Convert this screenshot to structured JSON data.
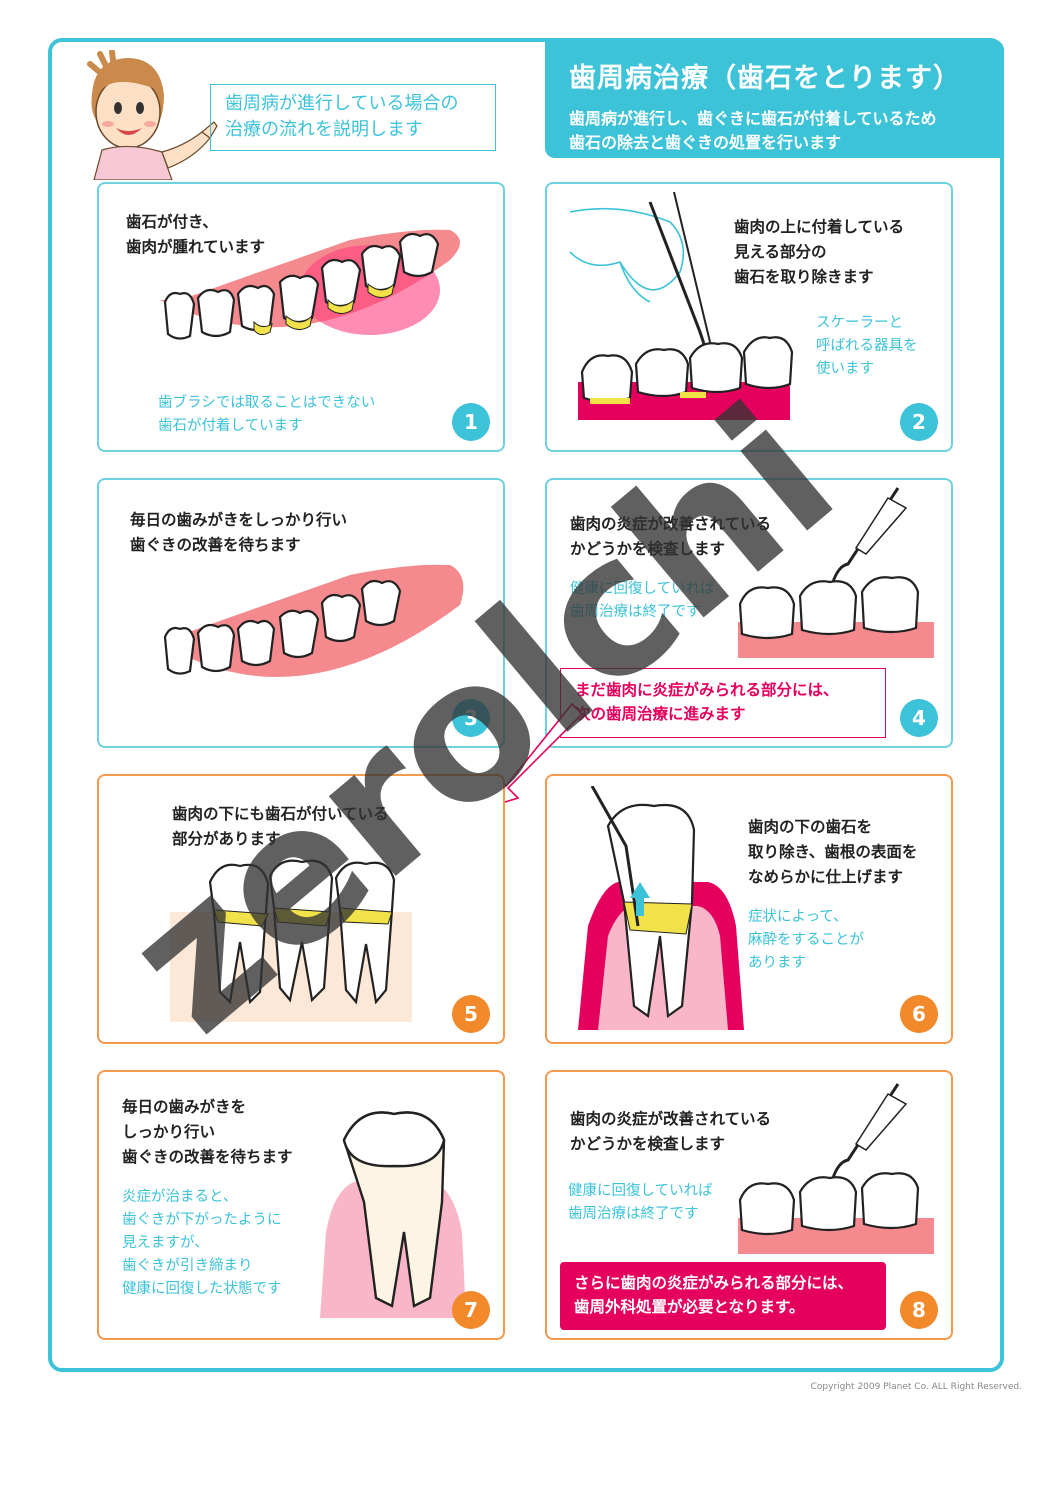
{
  "header": {
    "title": "歯周病治療（歯石をとります）",
    "subtitle_line1": "歯周病が進行し、歯ぐきに歯石が付着しているため",
    "subtitle_line2": "歯石の除去と歯ぐきの処置を行います"
  },
  "intro": {
    "line1": "歯周病が進行している場合の",
    "line2": "治療の流れを説明します"
  },
  "panels": [
    {
      "number": "1",
      "text": "歯石が付き、\n歯肉が腫れています",
      "note": "歯ブラシでは取ることはできない\n歯石が付着しています"
    },
    {
      "number": "2",
      "text": "歯肉の上に付着している\n見える部分の\n歯石を取り除きます",
      "note": "スケーラーと\n呼ばれる器具を\n使います"
    },
    {
      "number": "3",
      "text": "毎日の歯みがきをしっかり行い\n歯ぐきの改善を待ちます",
      "note": ""
    },
    {
      "number": "4",
      "text": "歯肉の炎症が改善されている\nかどうかを検査します",
      "note": "健康に回復していれば\n歯周治療は終了です",
      "callout": "まだ歯肉に炎症がみられる部分には、\n次の歯周治療に進みます"
    },
    {
      "number": "5",
      "text": "歯肉の下にも歯石が付いている\n部分があります",
      "note": ""
    },
    {
      "number": "6",
      "text": "歯肉の下の歯石を\n取り除き、歯根の表面を\nなめらかに仕上げます",
      "note": "症状によって、\n麻酔をすることが\nあります"
    },
    {
      "number": "7",
      "text": "毎日の歯みがきを\nしっかり行い\n歯ぐきの改善を待ちます",
      "note": "炎症が治まると、\n歯ぐきが下がったように\n見えますが、\n歯ぐきが引き締まり\n健康に回復した状態です"
    },
    {
      "number": "8",
      "text": "歯肉の炎症が改善されている\nかどうかを検査します",
      "note": "健康に回復していれば\n歯周治療は終了です",
      "callout": "さらに歯肉の炎症がみられる部分には、\n歯周外科処置が必要となります。"
    }
  ],
  "watermark": "zerolchi",
  "copyright": "Copyright 2009 Planet Co. ALL Right Reserved.",
  "colors": {
    "accent": "#3cc3d8",
    "orange": "#f28a2b",
    "magenta": "#e6005e",
    "gum": "#f58a8e",
    "tartar": "#f2e24a"
  },
  "icons": [
    "nurse-avatar-icon",
    "scaler-instrument-icon",
    "probe-instrument-icon",
    "tooth-icon",
    "up-arrow-icon",
    "flow-arrow-icon"
  ]
}
